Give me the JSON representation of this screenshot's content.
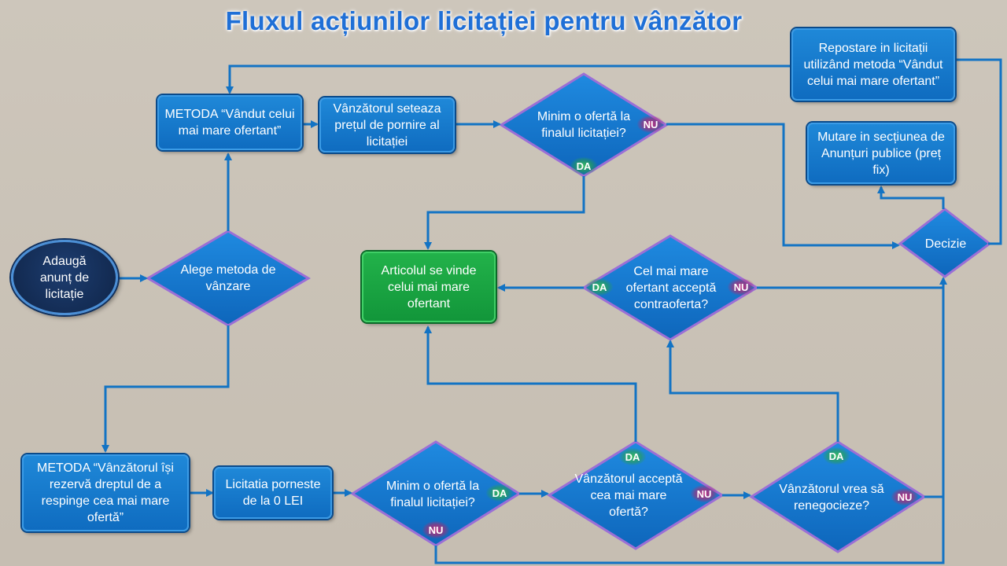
{
  "title": "Fluxul acțiunilor licitației pentru vânzător",
  "nodes": {
    "start": "Adaugă anunț de licitație",
    "method_choice": "Alege metoda de vânzare",
    "method_highest": "METODA “Vândut celui mai mare ofertant”",
    "set_start_price": "Vânzătorul seteaza prețul de pornire al licitației",
    "min_offer_top": "Minim o ofertă la finalul licitației?",
    "sold": "Articolul se vinde celui mai mare ofertant",
    "counter_offer": "Cel mai mare ofertant acceptă contraoferta?",
    "decision": "Decizie",
    "repost": "Repostare in licitații utilizând metoda “Vândut celui mai mare ofertant”",
    "move_public": "Mutare in secțiunea de Anunțuri publice (preț fix)",
    "method_reserve": "METODA “Vânzătorul își rezervă dreptul de a respinge cea mai mare ofertă”",
    "starts_zero": "Licitatia porneste de la 0 LEI",
    "min_offer_bottom": "Minim o ofertă la finalul licitației?",
    "accept_highest": "Vânzătorul acceptă cea mai mare ofertă?",
    "renegotiate": "Vânzătorul vrea să renegocieze?"
  },
  "badges": {
    "yes": "DA",
    "no": "NU"
  },
  "colors": {
    "box_blue": "#1a7fd0",
    "box_green": "#1aa542",
    "start_navy": "#142e57",
    "connector": "#1273c4",
    "title": "#1f6fd6",
    "background": "#c9c1b6"
  }
}
